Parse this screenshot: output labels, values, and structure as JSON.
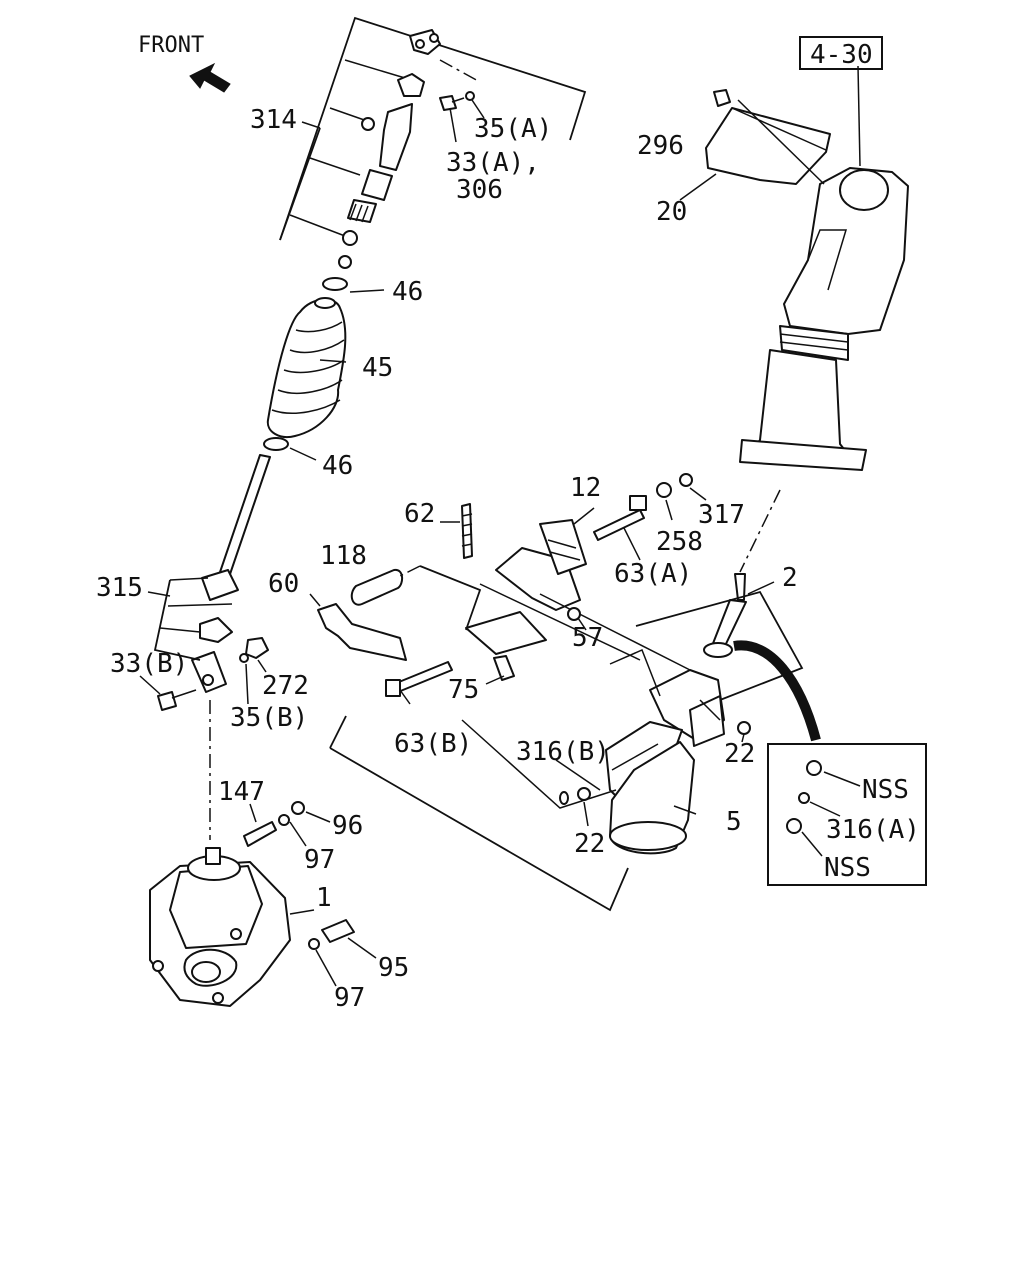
{
  "front_label": "FRONT",
  "ref_box": "4-30",
  "icons": {
    "front_arrow": "arrow-up-left-icon"
  },
  "labels": {
    "p314": "314",
    "p35a": "35(A)",
    "p33a": "33(A),",
    "p306": "306",
    "p296": "296",
    "p20": "20",
    "p46a": "46",
    "p45": "45",
    "p46b": "46",
    "p62": "62",
    "p12": "12",
    "p317": "317",
    "p258": "258",
    "p63a": "63(A)",
    "p118": "118",
    "p60": "60",
    "p2": "2",
    "p315": "315",
    "p57": "57",
    "p33b": "33(B)",
    "p272": "272",
    "p35b": "35(B)",
    "p75": "75",
    "p63b": "63(B)",
    "p316b": "316(B)",
    "p22a": "22",
    "p22b": "22",
    "p5": "5",
    "p147": "147",
    "p96": "96",
    "p97a": "97",
    "p1": "1",
    "p95": "95",
    "p97b": "97",
    "nss1": "NSS",
    "p316a": "316(A)",
    "nss2": "NSS"
  }
}
